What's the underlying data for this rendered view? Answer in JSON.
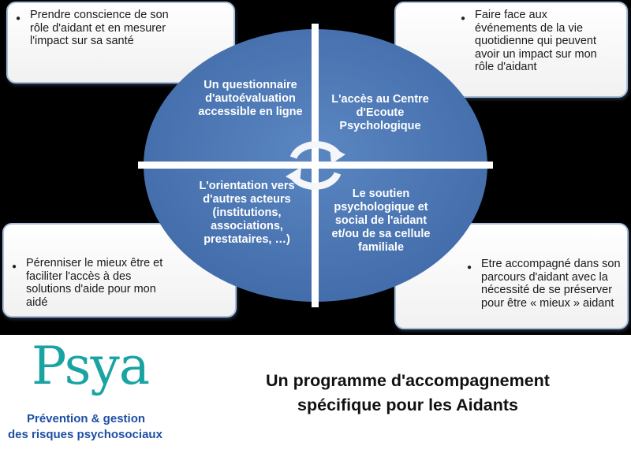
{
  "outer_boxes": {
    "top_left": "Prendre conscience de son rôle d'aidant et en mesurer l'impact sur sa santé",
    "top_right": "Faire face aux événements de la vie quotidienne qui peuvent avoir un impact sur mon rôle d'aidant",
    "bottom_left": "Pérenniser le mieux être et faciliter l'accès à des solutions d'aide pour mon aidé",
    "bottom_right": "Etre accompagné dans son parcours d'aidant avec la nécessité de se préserver pour être « mieux » aidant"
  },
  "quadrants": {
    "top_left": "Un questionnaire d'autoévaluation accessible en ligne",
    "top_right": "L'accès au Centre d'Ecoute Psychologique",
    "bottom_left": "L'orientation vers d'autres acteurs (institutions, associations, prestataires, …)",
    "bottom_right": "Le soutien psychologique et social de l'aidant et/ou de sa cellule familiale"
  },
  "logo": {
    "word": "Psya",
    "line1": "Prévention & gestion",
    "line2": "des risques psychosociaux"
  },
  "caption": {
    "line1": "Un programme d'accompagnement",
    "line2": "spécifique pour les Aidants"
  },
  "colors": {
    "quadrant_fill": "#4d77b3",
    "box_border": "#a7bfdc",
    "logo_teal": "#1aa3a3",
    "logo_blue": "#1e4fa3"
  },
  "icons": [
    "cycle-arrows-icon",
    "bullet-icon"
  ]
}
